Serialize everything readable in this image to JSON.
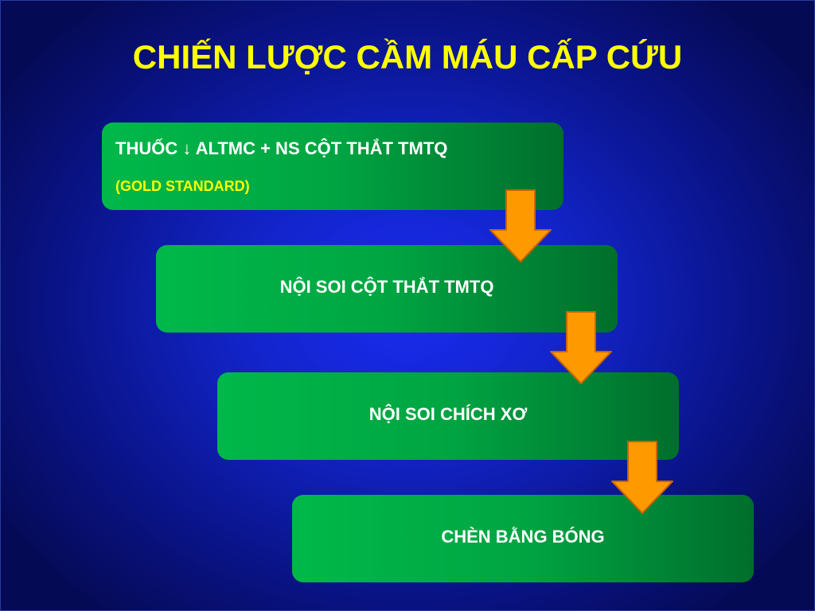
{
  "title": "CHIẾN LƯỢC CẦM MÁU CẤP CỨU",
  "steps": [
    {
      "text_before_arrow": "THUỐC",
      "arrow_glyph": "↓",
      "text_after_arrow": "ALTMC + NS CỘT THẮT TMTQ",
      "note": "(GOLD STANDARD)"
    },
    {
      "label": "NỘI SOI CỘT THẮT TMTQ"
    },
    {
      "label": "NỘI SOI CHÍCH XƠ"
    },
    {
      "label": "CHÈN BẰNG BÓNG"
    }
  ],
  "colors": {
    "title": "#ffff00",
    "box_light": "#00b84a",
    "box_dark": "#006e2c",
    "box_text": "#ffffff",
    "note": "#ffff00",
    "arrow_fill": "#ff9900",
    "arrow_stroke": "#c86400",
    "background": "#1224c8"
  },
  "icons": [
    "down-arrow-icon",
    "flow-arrow-icon"
  ]
}
